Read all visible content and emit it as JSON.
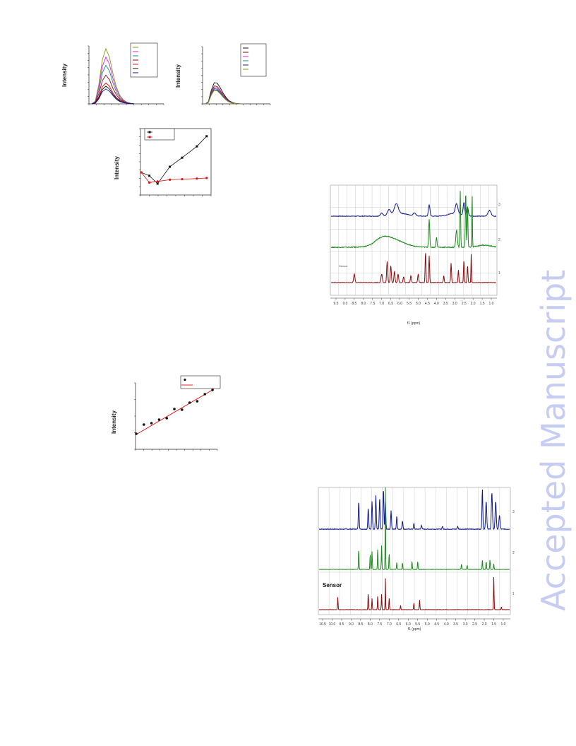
{
  "watermark": "Accepted Manuscript",
  "figures": {
    "fig_a": {
      "ylabel": "Intensity"
    },
    "fig_b": {
      "ylabel": "Intensity"
    },
    "fig_c": {
      "ylabel": "Intensity"
    },
    "fig_d": {
      "ylabel": "Intensity"
    },
    "nmr1": {
      "xlabel": "f1 (ppm)",
      "ticks": [
        "9.5",
        "9.0",
        "8.5",
        "8.0",
        "7.5",
        "7.0",
        "6.5",
        "6.0",
        "5.5",
        "5.0",
        "4.5",
        "4.0",
        "3.5",
        "3.0",
        "2.5",
        "2.0",
        "1.5",
        "1.0"
      ],
      "trace_labels": [
        "3",
        "2",
        "1"
      ],
      "sensor_label": "Sensor"
    },
    "nmr2": {
      "xlabel": "f1 (ppm)",
      "ticks": [
        "10.5",
        "10.0",
        "9.5",
        "9.0",
        "8.5",
        "8.0",
        "7.5",
        "7.0",
        "6.5",
        "6.0",
        "5.5",
        "5.0",
        "4.5",
        "4.0",
        "3.5",
        "3.0",
        "2.5",
        "2.0",
        "1.5",
        "1.0"
      ],
      "trace_labels": [
        "3",
        "2",
        "1"
      ],
      "sensor_label": "Sensor"
    }
  },
  "colors": {
    "black": "#111111",
    "red": "#e01010",
    "blue": "#1a1aa0",
    "teal": "#1a8a8a",
    "magenta": "#e020e0",
    "olive": "#8a9a10",
    "navy": "#0d1a8c",
    "green": "#1a8a1a",
    "maroon": "#8b0a0a",
    "watermark": "#c7cdf2"
  },
  "chart_data": [
    {
      "type": "line",
      "series": [
        {
          "values": [
            0,
            0.05,
            0.35,
            0.8,
            1.0,
            0.85,
            0.55,
            0.3,
            0.15,
            0.07,
            0.03,
            0.01,
            0
          ]
        },
        {
          "values": [
            0,
            0.04,
            0.3,
            0.68,
            0.85,
            0.72,
            0.46,
            0.26,
            0.13,
            0.06,
            0.025,
            0.01,
            0
          ]
        },
        {
          "values": [
            0,
            0.03,
            0.24,
            0.56,
            0.7,
            0.6,
            0.38,
            0.21,
            0.1,
            0.05,
            0.02,
            0.01,
            0
          ]
        },
        {
          "values": [
            0,
            0.025,
            0.18,
            0.42,
            0.52,
            0.44,
            0.28,
            0.16,
            0.08,
            0.04,
            0.015,
            0.005,
            0
          ]
        },
        {
          "values": [
            0,
            0.02,
            0.13,
            0.31,
            0.38,
            0.32,
            0.2,
            0.11,
            0.06,
            0.03,
            0.01,
            0.005,
            0
          ]
        },
        {
          "values": [
            0,
            0.015,
            0.11,
            0.26,
            0.32,
            0.27,
            0.17,
            0.1,
            0.05,
            0.025,
            0.01,
            0.004,
            0
          ]
        },
        {
          "values": [
            0,
            0.01,
            0.09,
            0.22,
            0.27,
            0.23,
            0.15,
            0.08,
            0.04,
            0.02,
            0.01,
            0.003,
            0
          ]
        }
      ]
    },
    {
      "type": "line",
      "series": [
        {
          "values": [
            0,
            0.04,
            0.25,
            0.39,
            0.38,
            0.3,
            0.2,
            0.12,
            0.06,
            0.03,
            0.01,
            0.005,
            0
          ]
        },
        {
          "values": [
            0,
            0.035,
            0.21,
            0.33,
            0.32,
            0.25,
            0.17,
            0.1,
            0.05,
            0.025,
            0.01,
            0.004,
            0
          ]
        },
        {
          "values": [
            0,
            0.03,
            0.19,
            0.3,
            0.29,
            0.23,
            0.15,
            0.09,
            0.045,
            0.02,
            0.01,
            0.003,
            0
          ]
        },
        {
          "values": [
            0,
            0.03,
            0.18,
            0.28,
            0.27,
            0.21,
            0.14,
            0.08,
            0.04,
            0.02,
            0.008,
            0.003,
            0
          ]
        },
        {
          "values": [
            0,
            0.025,
            0.17,
            0.26,
            0.25,
            0.2,
            0.13,
            0.075,
            0.038,
            0.018,
            0.007,
            0.003,
            0
          ]
        },
        {
          "values": [
            0,
            0.025,
            0.16,
            0.25,
            0.24,
            0.19,
            0.125,
            0.07,
            0.035,
            0.017,
            0.007,
            0.002,
            0
          ]
        }
      ]
    },
    {
      "type": "line",
      "x": [
        0,
        1,
        2,
        3,
        4,
        5,
        6,
        7,
        8
      ],
      "series": [
        {
          "values": [
            0.4,
            0.34,
            0.2,
            0.5,
            0.66,
            0.86,
            1.04
          ]
        },
        {
          "values": [
            0.4,
            0.22,
            0.24,
            0.27,
            0.28,
            0.29,
            0.3
          ]
        }
      ]
    },
    {
      "type": "scatter",
      "x": [
        0,
        1,
        2,
        3,
        4,
        5,
        6,
        7,
        8,
        9,
        10
      ],
      "series": [
        {
          "values": [
            0.22,
            0.35,
            0.37,
            0.42,
            0.44,
            0.57,
            0.56,
            0.66,
            0.68,
            0.78,
            0.84
          ]
        }
      ],
      "fit": {
        "y0": 0.21,
        "slope": 0.063
      }
    }
  ]
}
